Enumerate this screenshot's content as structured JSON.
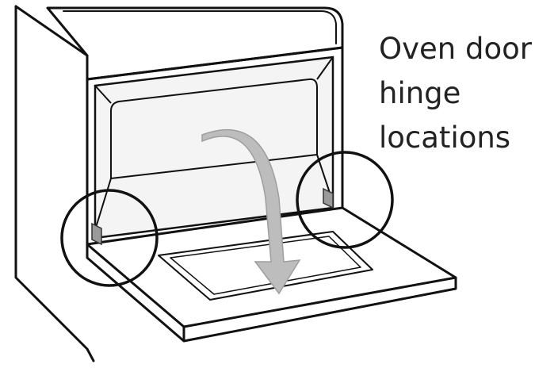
{
  "caption": {
    "line1": "Oven door",
    "line2": "hinge",
    "line3": "locations"
  },
  "colors": {
    "outline": "#111111",
    "cavity": "#f2f2f2",
    "arrow": "#bdbdbd",
    "hinge": "#9a9a9a",
    "background": "#ffffff"
  },
  "icons": {
    "arrow": "curved-arrow-down",
    "hinges": [
      "hinge-left",
      "hinge-right"
    ]
  }
}
